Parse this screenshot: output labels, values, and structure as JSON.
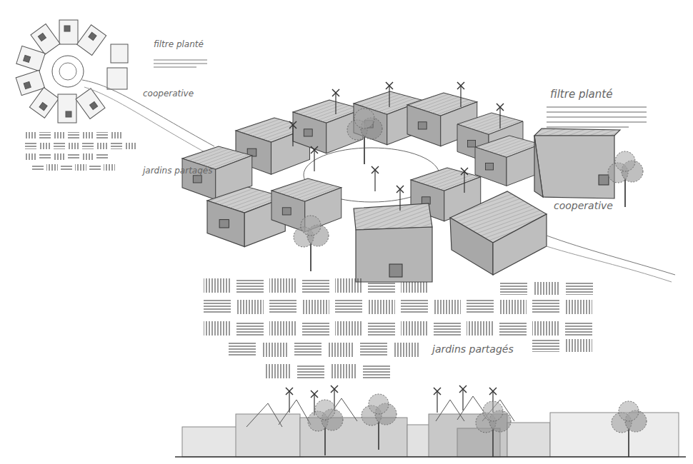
{
  "diagram": {
    "labels": [
      "filtre planté",
      "cooperative",
      "jardins partagés",
      "filtre planté",
      "cooperative",
      "jardins partagés"
    ]
  }
}
